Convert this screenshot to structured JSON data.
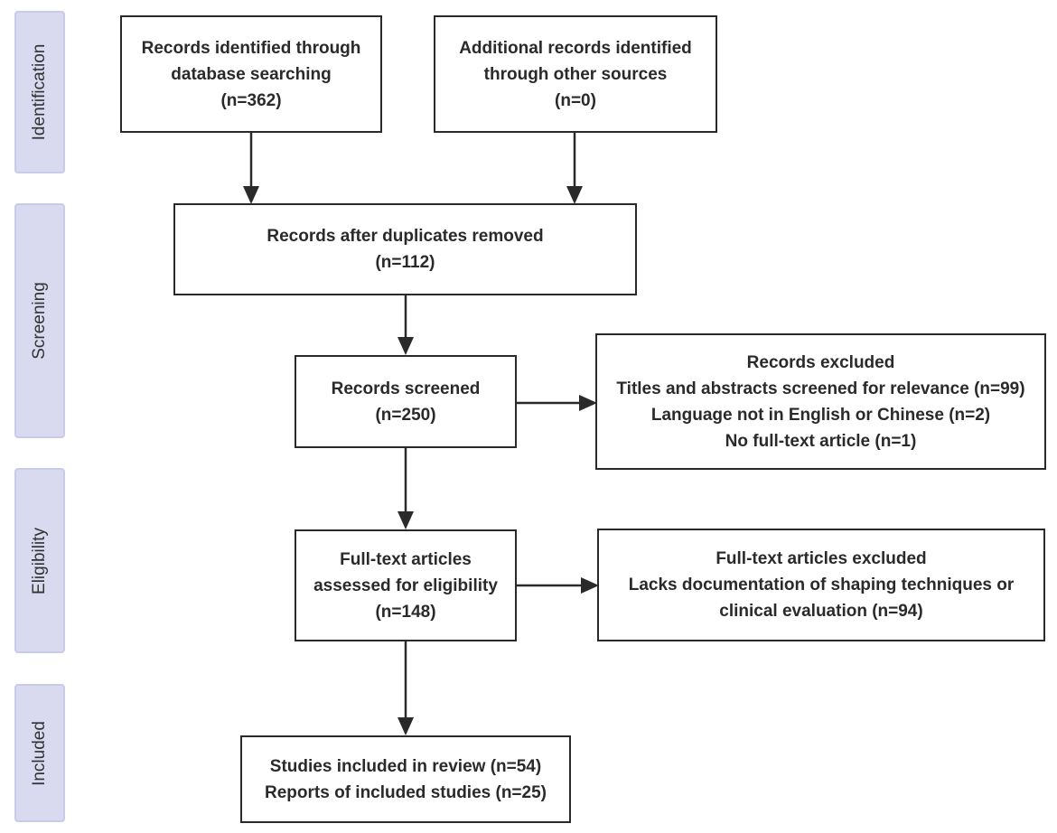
{
  "stages": {
    "identification": "Identification",
    "screening": "Screening",
    "eligibility": "Eligibility",
    "included": "Included"
  },
  "boxes": {
    "database_records": {
      "lines": [
        "Records identified through",
        "database searching",
        "(n=362)"
      ]
    },
    "other_records": {
      "lines": [
        "Additional records identified",
        "through other sources",
        "(n=0)"
      ]
    },
    "after_duplicates": {
      "lines": [
        "Records after duplicates removed",
        "(n=112)"
      ]
    },
    "screened": {
      "lines": [
        "Records screened",
        "(n=250)"
      ]
    },
    "excluded_screening": {
      "lines": [
        "Records excluded",
        "Titles and abstracts screened for relevance (n=99)",
        "Language not in English or Chinese  (n=2)",
        "No full-text article (n=1)"
      ]
    },
    "full_text_assessed": {
      "lines": [
        "Full-text articles",
        "assessed for eligibility",
        "(n=148)"
      ]
    },
    "full_text_excluded": {
      "lines": [
        "Full-text articles excluded",
        "Lacks documentation of shaping techniques or",
        "clinical evaluation (n=94)"
      ]
    },
    "included": {
      "lines": [
        "Studies included in review (n=54)",
        "Reports of included studies (n=25)"
      ]
    }
  },
  "colors": {
    "stage_fill": "#d9daf0",
    "stroke": "#2a2a2a"
  }
}
